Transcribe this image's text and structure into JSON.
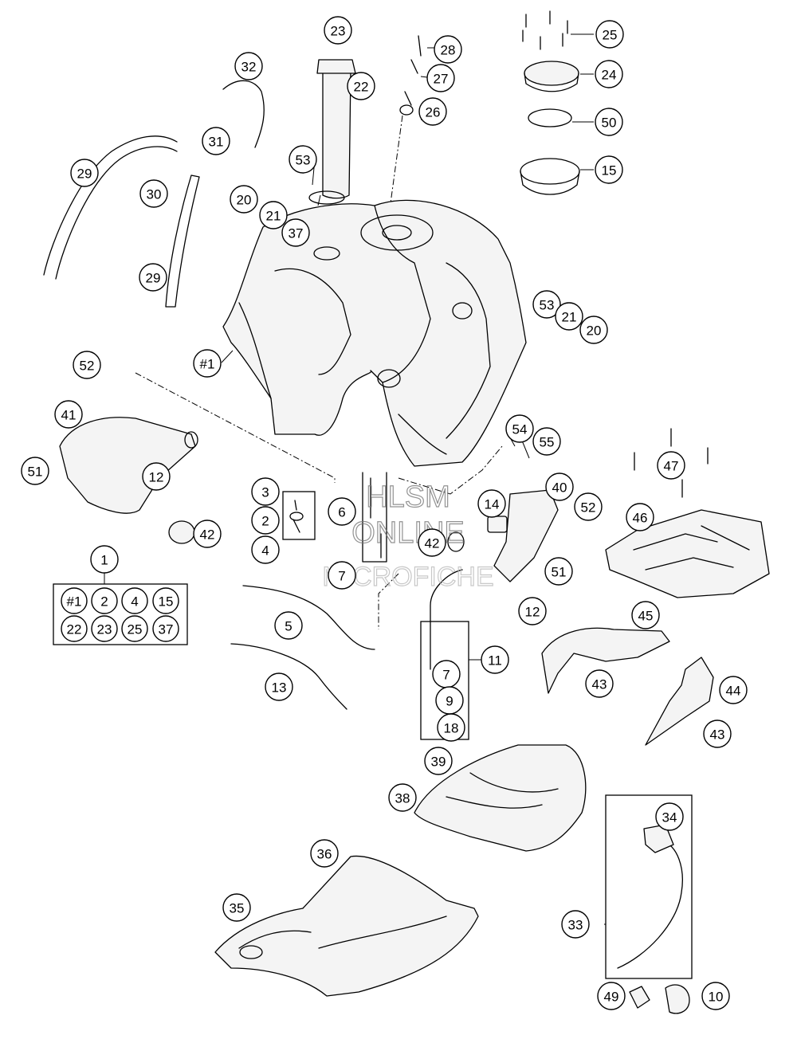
{
  "callouts": [
    {
      "id": "c23",
      "label": "23"
    },
    {
      "id": "c22",
      "label": "22"
    },
    {
      "id": "c28",
      "label": "28"
    },
    {
      "id": "c27",
      "label": "27"
    },
    {
      "id": "c26",
      "label": "26"
    },
    {
      "id": "c25",
      "label": "25"
    },
    {
      "id": "c24",
      "label": "24"
    },
    {
      "id": "c50",
      "label": "50"
    },
    {
      "id": "c15",
      "label": "15"
    },
    {
      "id": "c32",
      "label": "32"
    },
    {
      "id": "c31",
      "label": "31"
    },
    {
      "id": "c29a",
      "label": "29"
    },
    {
      "id": "c30",
      "label": "30"
    },
    {
      "id": "c53a",
      "label": "53"
    },
    {
      "id": "c20a",
      "label": "20"
    },
    {
      "id": "c21a",
      "label": "21"
    },
    {
      "id": "c37",
      "label": "37"
    },
    {
      "id": "c29b",
      "label": "29"
    },
    {
      "id": "c53b",
      "label": "53"
    },
    {
      "id": "c21b",
      "label": "21"
    },
    {
      "id": "c20b",
      "label": "20"
    },
    {
      "id": "c1tank",
      "label": "#1"
    },
    {
      "id": "c52a",
      "label": "52"
    },
    {
      "id": "c41",
      "label": "41"
    },
    {
      "id": "c51a",
      "label": "51"
    },
    {
      "id": "c12a",
      "label": "12"
    },
    {
      "id": "c42a",
      "label": "42"
    },
    {
      "id": "c3",
      "label": "3"
    },
    {
      "id": "c2",
      "label": "2"
    },
    {
      "id": "c4",
      "label": "4"
    },
    {
      "id": "c6",
      "label": "6"
    },
    {
      "id": "c7a",
      "label": "7"
    },
    {
      "id": "c54",
      "label": "54"
    },
    {
      "id": "c55",
      "label": "55"
    },
    {
      "id": "c14",
      "label": "14"
    },
    {
      "id": "c40",
      "label": "40"
    },
    {
      "id": "c52b",
      "label": "52"
    },
    {
      "id": "c42b",
      "label": "42"
    },
    {
      "id": "c51b",
      "label": "51"
    },
    {
      "id": "c12b",
      "label": "12"
    },
    {
      "id": "c47",
      "label": "47"
    },
    {
      "id": "c46",
      "label": "46"
    },
    {
      "id": "c1kit",
      "label": "1"
    },
    {
      "id": "c5",
      "label": "5"
    },
    {
      "id": "c13",
      "label": "13"
    },
    {
      "id": "c11",
      "label": "11"
    },
    {
      "id": "c7b",
      "label": "7"
    },
    {
      "id": "c9",
      "label": "9"
    },
    {
      "id": "c18",
      "label": "18"
    },
    {
      "id": "c45",
      "label": "45"
    },
    {
      "id": "c43a",
      "label": "43"
    },
    {
      "id": "c44",
      "label": "44"
    },
    {
      "id": "c43b",
      "label": "43"
    },
    {
      "id": "c39",
      "label": "39"
    },
    {
      "id": "c38",
      "label": "38"
    },
    {
      "id": "c34",
      "label": "34"
    },
    {
      "id": "c36",
      "label": "36"
    },
    {
      "id": "c35",
      "label": "35"
    },
    {
      "id": "c33",
      "label": "33"
    },
    {
      "id": "c49",
      "label": "49"
    },
    {
      "id": "c10",
      "label": "10"
    }
  ],
  "kit_contents": [
    "#1",
    "2",
    "4",
    "15",
    "22",
    "23",
    "25",
    "37"
  ],
  "watermark": {
    "line1": "HLSM",
    "line2": "ONLINE",
    "line3": "MICROFICHE"
  }
}
